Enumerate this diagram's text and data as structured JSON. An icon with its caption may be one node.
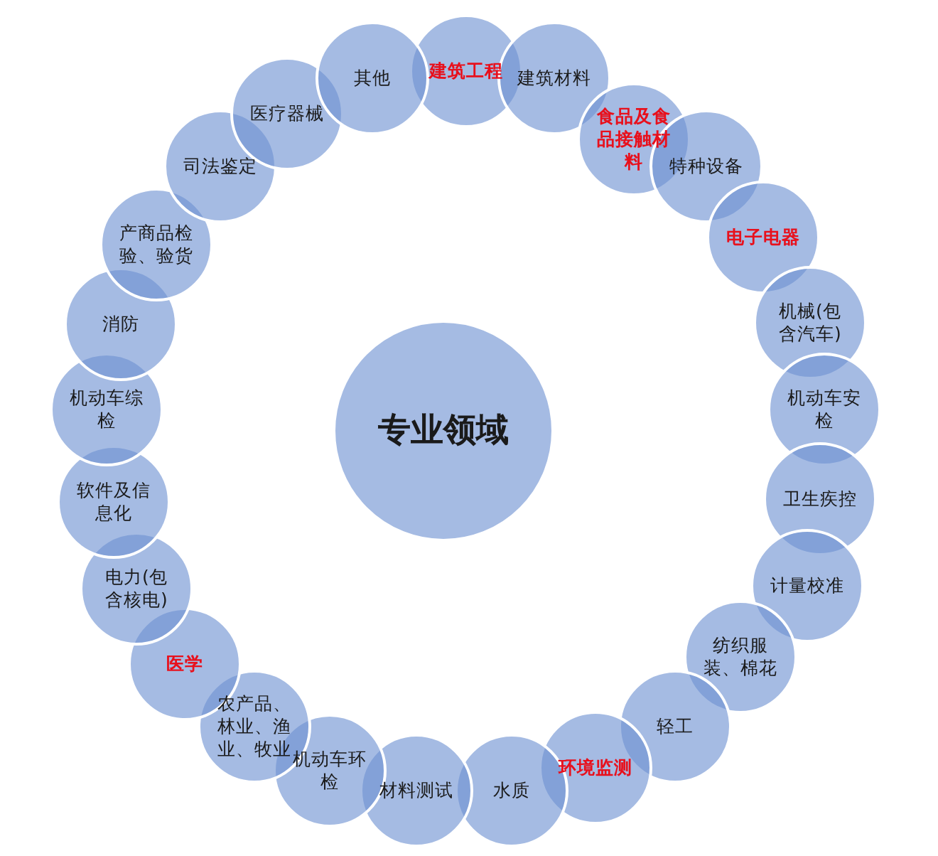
{
  "diagram": {
    "nodes": [
      {
        "text": [
          "专业领域"
        ]
      },
      {
        "text": [
          "建筑工程"
        ]
      },
      {
        "text": [
          "建筑材料"
        ]
      },
      {
        "text": [
          "食品及食品接触材料"
        ]
      },
      {
        "text": [
          "特种设备"
        ]
      },
      {
        "text": [
          "电子电器"
        ]
      },
      {
        "text": [
          "机械(包含汽车)"
        ]
      },
      {
        "text": [
          "机动车安检"
        ]
      },
      {
        "text": [
          "卫生疾控"
        ]
      },
      {
        "text": [
          "计量校准"
        ]
      },
      {
        "text": [
          "纺织服装、棉花"
        ]
      },
      {
        "text": [
          "轻工"
        ]
      },
      {
        "text": [
          "环境监测"
        ]
      },
      {
        "text": [
          "水质"
        ]
      },
      {
        "text": [
          "材料测试"
        ]
      },
      {
        "text": [
          "机动车环检"
        ]
      },
      {
        "text": [
          "农产品、林业、渔业、牧业"
        ]
      },
      {
        "text": [
          "医学"
        ]
      },
      {
        "text": [
          "电力(包含核电)"
        ]
      },
      {
        "text": [
          "软件及信息化"
        ]
      },
      {
        "text": [
          "机动车综检"
        ]
      },
      {
        "text": [
          "消防"
        ]
      },
      {
        "text": [
          "产商品检验、验货"
        ]
      },
      {
        "text": [
          "司法鉴定"
        ]
      },
      {
        "text": [
          "医疗器械"
        ]
      },
      {
        "text": [
          "其他"
        ]
      }
    ]
  }
}
